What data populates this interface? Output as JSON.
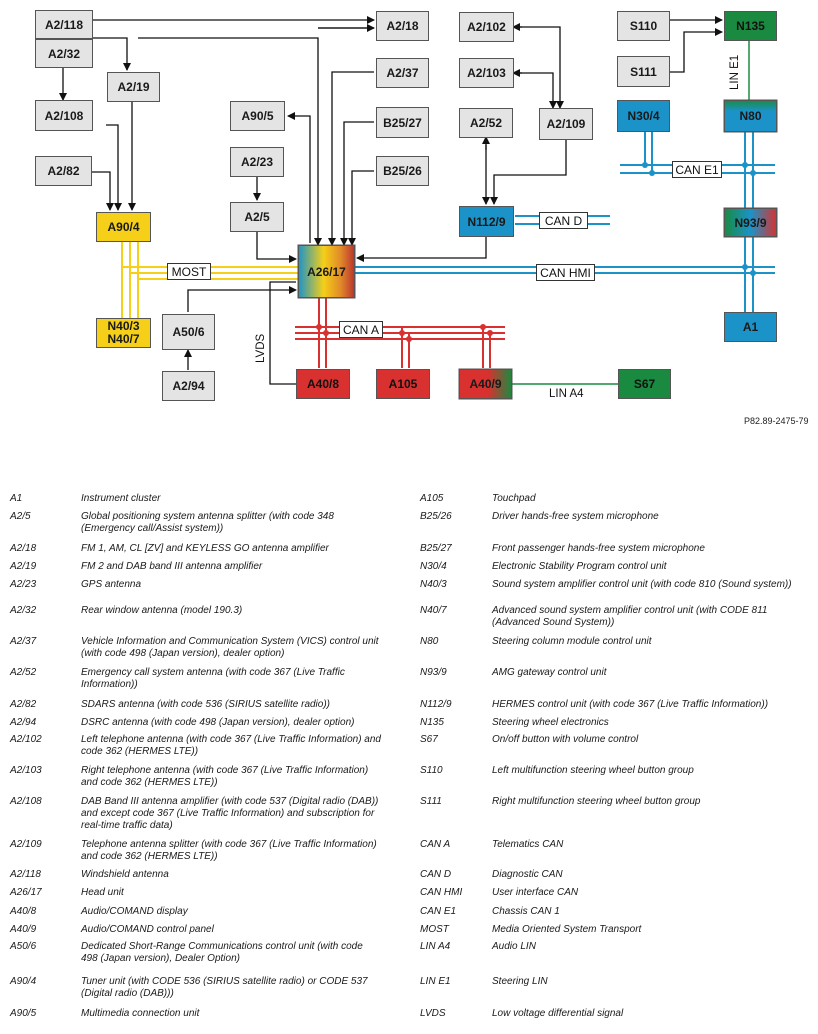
{
  "diagram": {
    "blocks": {
      "a2_118": "A2/118",
      "a2_32": "A2/32",
      "a2_19": "A2/19",
      "a2_108": "A2/108",
      "a2_82": "A2/82",
      "a90_4": "A90/4",
      "a90_5": "A90/5",
      "a2_23": "A2/23",
      "a2_5": "A2/5",
      "a2_18": "A2/18",
      "a2_37": "A2/37",
      "b25_27": "B25/27",
      "b25_26": "B25/26",
      "a2_102": "A2/102",
      "a2_103": "A2/103",
      "a2_52": "A2/52",
      "a2_109": "A2/109",
      "n112_9": "N112/9",
      "s110": "S110",
      "s111": "S111",
      "n135": "N135",
      "n30_4": "N30/4",
      "n80": "N80",
      "n93_9": "N93/9",
      "a1": "A1",
      "a26_17": "A26/17",
      "n40_3": "N40/3",
      "n40_7": "N40/7",
      "a50_6": "A50/6",
      "a2_94": "A2/94",
      "a40_8": "A40/8",
      "a105": "A105",
      "a40_9": "A40/9",
      "s67": "S67"
    },
    "buses": {
      "most": "MOST",
      "can_d": "CAN D",
      "can_e1": "CAN E1",
      "can_hmi": "CAN HMI",
      "can_a": "CAN A",
      "lin_e1": "LIN E1",
      "lvds": "LVDS",
      "lin_a4": "LIN A4"
    },
    "colors": {
      "gray": "#e4e4e4",
      "yellow": "#f5cf18",
      "blue": "#1b93c8",
      "red": "#d8312f",
      "green": "#1a8a40"
    },
    "reference": "P82.89-2475-79"
  },
  "legend": {
    "left": [
      {
        "code": "A1",
        "desc": "Instrument cluster"
      },
      {
        "code": "A2/5",
        "desc": "Global positioning system antenna splitter (with code 348 (Emergency call/Assist system))"
      },
      {
        "code": "A2/18",
        "desc": "FM 1, AM, CL [ZV] and KEYLESS GO antenna amplifier"
      },
      {
        "code": "A2/19",
        "desc": "FM 2 and DAB band III antenna amplifier"
      },
      {
        "code": "A2/23",
        "desc": "GPS antenna"
      },
      {
        "code": "A2/32",
        "desc": "Rear window antenna (model 190.3)"
      },
      {
        "code": "A2/37",
        "desc": "Vehicle Information and Communication System (VICS) control unit (with code 498 (Japan version), dealer option)"
      },
      {
        "code": "A2/52",
        "desc": "Emergency call system antenna (with code 367 (Live Traffic Information))"
      },
      {
        "code": "A2/82",
        "desc": "SDARS antenna (with code 536 (SIRIUS satellite radio))"
      },
      {
        "code": "A2/94",
        "desc": "DSRC antenna (with code 498 (Japan version), dealer option)"
      },
      {
        "code": "A2/102",
        "desc": "Left telephone antenna (with code 367 (Live Traffic Information) and code 362 (HERMES LTE))"
      },
      {
        "code": "A2/103",
        "desc": "Right telephone antenna (with code 367 (Live Traffic Information) and code 362 (HERMES LTE))"
      },
      {
        "code": "A2/108",
        "desc": "DAB Band III antenna amplifier (with code 537 (Digital radio (DAB)) and except code 367 (Live Traffic Information) and subscription for real-time traffic data)"
      },
      {
        "code": "A2/109",
        "desc": "Telephone antenna splitter (with code 367 (Live Traffic Information) and code 362 (HERMES LTE))"
      },
      {
        "code": "A2/118",
        "desc": "Windshield antenna"
      },
      {
        "code": "A26/17",
        "desc": "Head unit"
      },
      {
        "code": "A40/8",
        "desc": "Audio/COMAND display"
      },
      {
        "code": "A40/9",
        "desc": "Audio/COMAND control panel"
      },
      {
        "code": "A50/6",
        "desc": "Dedicated Short-Range Communications control unit (with code 498 (Japan version), Dealer Option)"
      },
      {
        "code": "A90/4",
        "desc": "Tuner unit (with CODE 536 (SIRIUS satellite radio) or CODE 537 (Digital radio (DAB)))"
      },
      {
        "code": "A90/5",
        "desc": "Multimedia connection unit"
      }
    ],
    "right": [
      {
        "code": "A105",
        "desc": "Touchpad"
      },
      {
        "code": "B25/26",
        "desc": "Driver hands-free system microphone"
      },
      {
        "code": "B25/27",
        "desc": "Front passenger hands-free system microphone"
      },
      {
        "code": "N30/4",
        "desc": "Electronic Stability Program control unit"
      },
      {
        "code": "N40/3",
        "desc": "Sound system amplifier control unit (with code 810 (Sound system))"
      },
      {
        "code": "N40/7",
        "desc": "Advanced sound system amplifier control unit (with CODE 811 (Advanced Sound System))"
      },
      {
        "code": "N80",
        "desc": "Steering column module control unit"
      },
      {
        "code": "N93/9",
        "desc": "AMG gateway control unit"
      },
      {
        "code": "N112/9",
        "desc": "HERMES control unit (with code 367 (Live Traffic Information))"
      },
      {
        "code": "N135",
        "desc": "Steering wheel electronics"
      },
      {
        "code": "S67",
        "desc": "On/off button with volume control"
      },
      {
        "code": "S110",
        "desc": "Left multifunction steering wheel button group"
      },
      {
        "code": "S111",
        "desc": "Right multifunction steering wheel button group"
      },
      {
        "code": "CAN A",
        "desc": "Telematics CAN"
      },
      {
        "code": "CAN D",
        "desc": "Diagnostic CAN"
      },
      {
        "code": "CAN HMI",
        "desc": "User interface CAN"
      },
      {
        "code": "CAN E1",
        "desc": "Chassis CAN 1"
      },
      {
        "code": "MOST",
        "desc": "Media Oriented System Transport"
      },
      {
        "code": "LIN A4",
        "desc": "Audio LIN"
      },
      {
        "code": "LIN E1",
        "desc": "Steering LIN"
      },
      {
        "code": "LVDS",
        "desc": "Low voltage differential signal"
      }
    ]
  }
}
